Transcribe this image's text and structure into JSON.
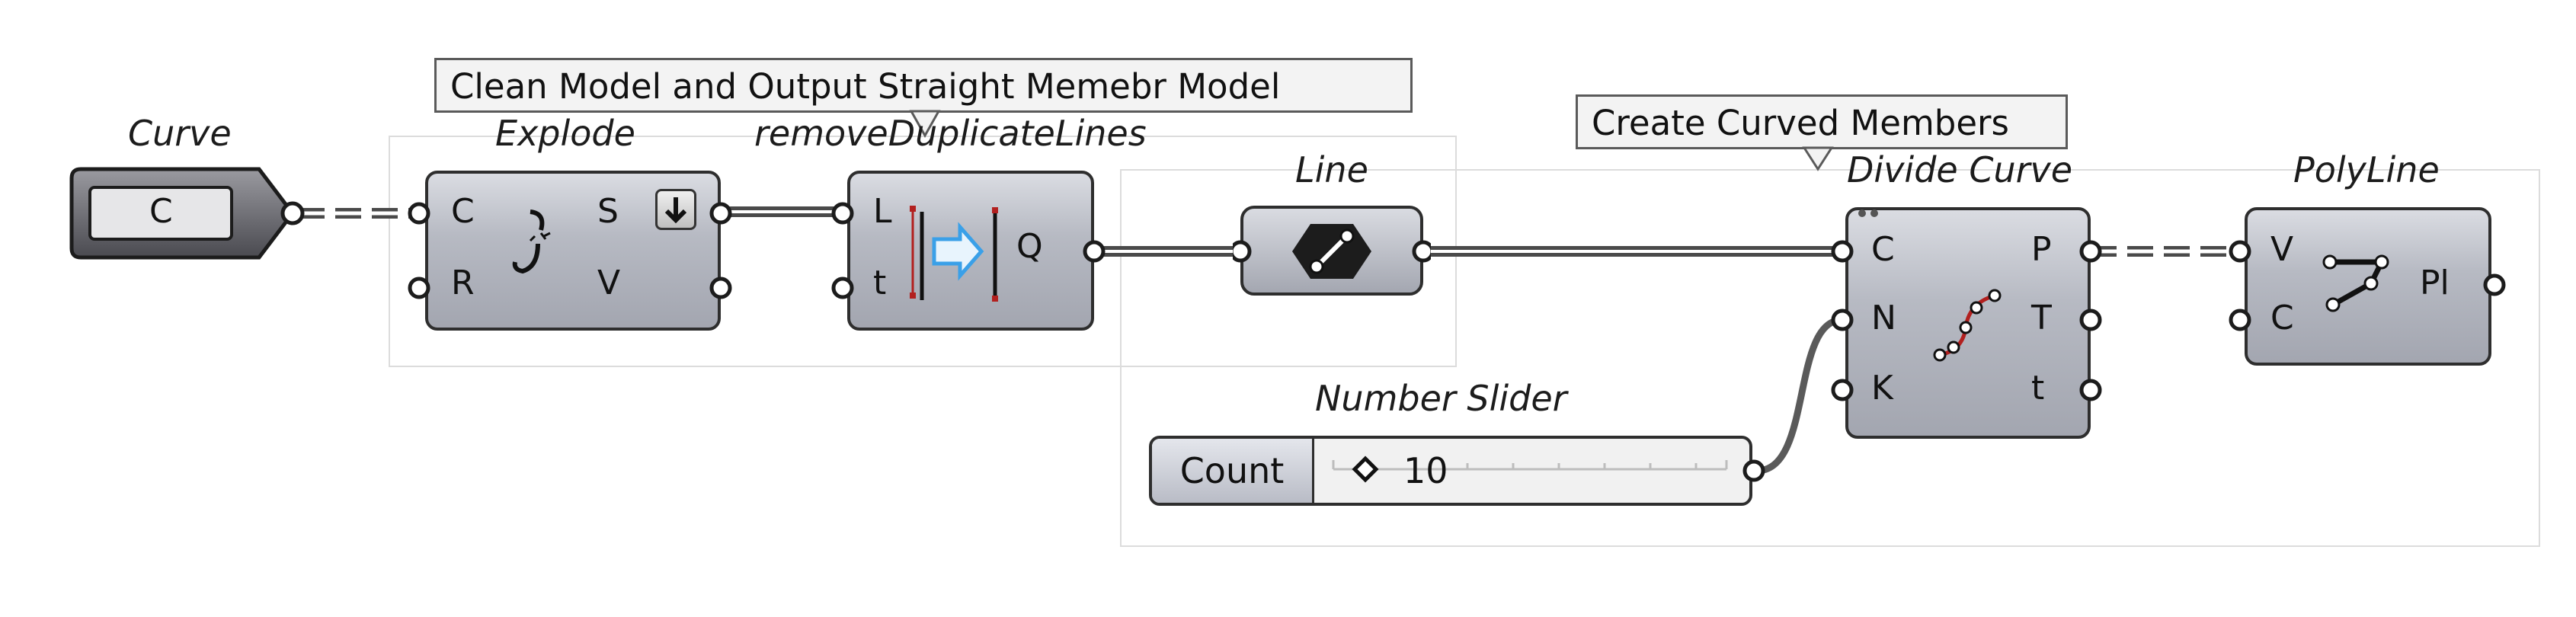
{
  "callouts": {
    "clean_model": "Clean Model and Output Straight Memebr Model",
    "curved_members": "Create Curved Members"
  },
  "components": {
    "curve": {
      "title": "Curve",
      "output": "C"
    },
    "explode": {
      "title": "Explode",
      "inputs": [
        "C",
        "R"
      ],
      "outputs": [
        "S",
        "V"
      ]
    },
    "remove_duplicates": {
      "title": "removeDuplicateLines",
      "inputs": [
        "L",
        "t"
      ],
      "outputs": [
        "Q"
      ]
    },
    "line": {
      "title": "Line"
    },
    "divide_curve": {
      "title": "Divide Curve",
      "inputs": [
        "C",
        "N",
        "K"
      ],
      "outputs": [
        "P",
        "T",
        "t"
      ]
    },
    "polyline": {
      "title": "PolyLine",
      "inputs": [
        "V",
        "C"
      ],
      "outputs": [
        "Pl"
      ]
    },
    "number_slider": {
      "title": "Number Slider",
      "name": "Count",
      "value": "10"
    }
  },
  "icons": {
    "explode": "explode-icon",
    "remove_duplicates": "remove-duplicates-icon",
    "line": "line-icon",
    "divide_curve": "divide-curve-icon",
    "polyline": "polyline-icon",
    "flatten": "flatten-arrow-icon",
    "slider_diamond": "diamond-icon"
  },
  "colors": {
    "component_fill": "#b7bac3",
    "component_border": "#2e2e2e",
    "wire": "#4a4a4a",
    "group_border": "#dcdcdc",
    "icon_accent_red": "#b2201f",
    "icon_accent_blue": "#3aa0e8"
  }
}
